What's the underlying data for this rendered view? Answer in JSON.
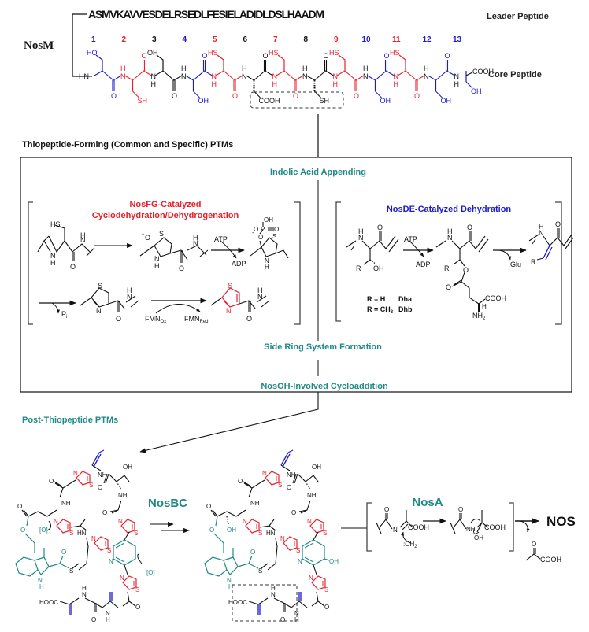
{
  "colors": {
    "black": "#111111",
    "red": "#e8202a",
    "blue": "#1a1acc",
    "teal": "#1f8a85",
    "gray": "#555555"
  },
  "header": {
    "enzyme": "NosM",
    "leader_sequence": "ASMVKAVVESDELRSEDLFESIELADIDLDSLHAADM",
    "leader_label": "Leader Peptide",
    "core_label": "Core Peptide"
  },
  "core_peptide": {
    "residues": [
      {
        "num": "1",
        "color": "blue",
        "side": "HO",
        "side_pos": "up"
      },
      {
        "num": "2",
        "color": "red",
        "side": "SH",
        "side_pos": "down"
      },
      {
        "num": "3",
        "color": "black",
        "side": "OH",
        "side_pos": "up"
      },
      {
        "num": "4",
        "color": "blue",
        "side": "OH",
        "side_pos": "down"
      },
      {
        "num": "5",
        "color": "red",
        "side": "HS",
        "side_pos": "up"
      },
      {
        "num": "6",
        "color": "black",
        "side": "COOH",
        "side_pos": "down"
      },
      {
        "num": "7",
        "color": "red",
        "side": "HS",
        "side_pos": "up"
      },
      {
        "num": "8",
        "color": "black",
        "side": "SH",
        "side_pos": "down"
      },
      {
        "num": "9",
        "color": "red",
        "side": "HS",
        "side_pos": "up"
      },
      {
        "num": "10",
        "color": "blue",
        "side": "OH",
        "side_pos": "down"
      },
      {
        "num": "11",
        "color": "red",
        "side": "HS",
        "side_pos": "up"
      },
      {
        "num": "12",
        "color": "blue",
        "side": "OH",
        "side_pos": "down"
      },
      {
        "num": "13",
        "color": "blue",
        "side": "OH",
        "side_pos": "down"
      }
    ],
    "n_term": "HN",
    "c_term": "COOH",
    "amide_n": "N",
    "amide_h": "H",
    "carbonyl_o": "O"
  },
  "sections": {
    "thiopeptide_forming": "Thiopeptide-Forming (Common and Specific) PTMs",
    "indolic": "Indolic Acid Appending",
    "side_ring": "Side Ring System Formation",
    "cycloaddition": "NosOH-Involved Cycloaddition",
    "post": "Post-Thiopeptide PTMs"
  },
  "nosfg": {
    "title_line1": "NosFG-Catalyzed",
    "title_line2": "Cyclodehydration/Dehydrogenation",
    "atp": "ATP",
    "adp": "ADP",
    "pi": "P",
    "pi_sub": "i",
    "fmn_ox": "FMN",
    "fmn_ox_sub": "Ox",
    "fmn_red": "FMN",
    "fmn_red_sub": "Red",
    "labels": {
      "hs": "HS",
      "s": "S",
      "n": "N",
      "h": "H",
      "o": "O",
      "oh": "OH",
      "p": "P",
      "minus": "-"
    }
  },
  "nosde": {
    "title": "NosDE-Catalyzed Dehydration",
    "atp": "ATP",
    "adp": "ADP",
    "glu": "Glu",
    "r_h": "R = H",
    "dha": "Dha",
    "r_ch3": "R = CH",
    "ch3_sub": "3",
    "dhb": "Dhb",
    "labels": {
      "r": "R",
      "oh": "OH",
      "o": "O",
      "h": "H",
      "n": "N",
      "cooh": "COOH",
      "nh2": "NH",
      "nh2_sub": "2"
    }
  },
  "post": {
    "nosbc": "NosBC",
    "nosa": "NosA",
    "product": "NOS",
    "ox": "[O]",
    "oh2": ":OH",
    "oh2_sub": "2",
    "labels": {
      "nh": "NH",
      "n": "N",
      "s": "S",
      "o": "O",
      "oh": "OH",
      "hn": "HN",
      "h": "H",
      "hooc": "HOOC",
      "cooh": "COOH"
    }
  }
}
